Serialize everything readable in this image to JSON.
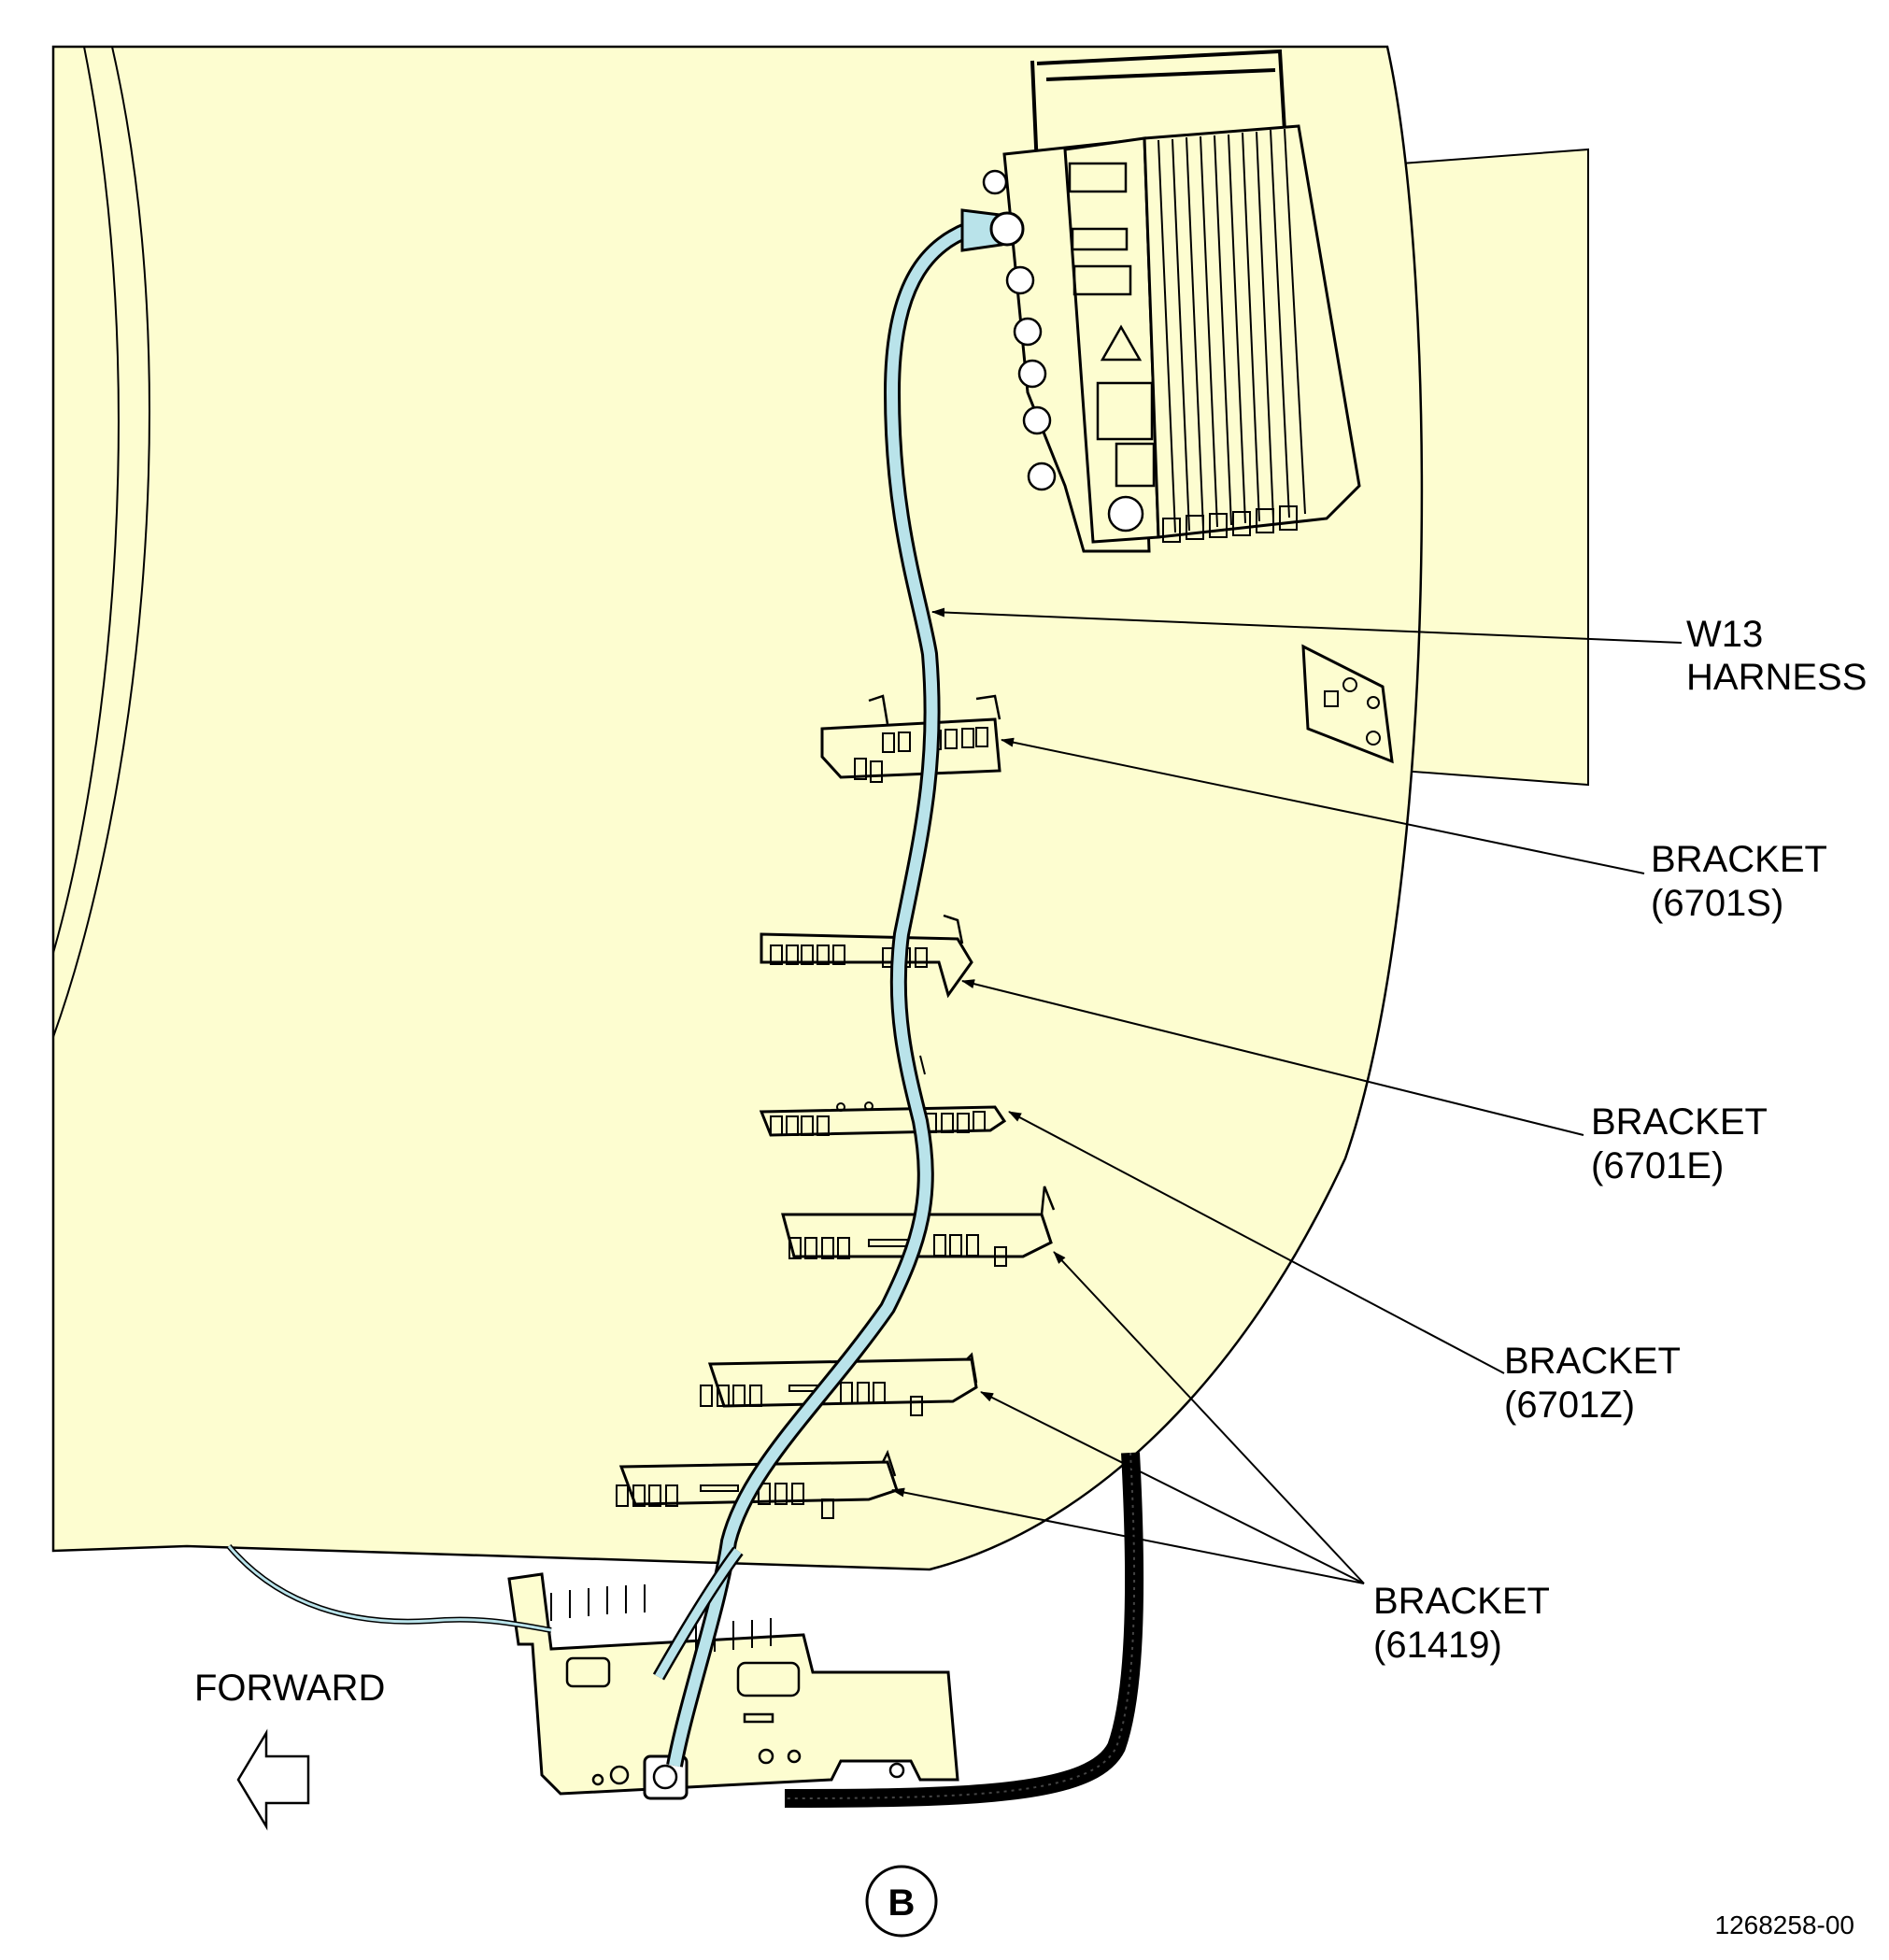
{
  "callouts": {
    "w13_harness": {
      "line1": "W13",
      "line2": "HARNESS"
    },
    "bracket_6701s": {
      "line1": "BRACKET",
      "line2": "(6701S)"
    },
    "bracket_6701e": {
      "line1": "BRACKET",
      "line2": "(6701E)"
    },
    "bracket_6701z": {
      "line1": "BRACKET",
      "line2": "(6701Z)"
    },
    "bracket_61419": {
      "line1": "BRACKET",
      "line2": "(61419)"
    }
  },
  "direction_label": "FORWARD",
  "view_letter": "B",
  "figure_number": "1268258-00",
  "colors": {
    "panel_fill": "#fdfdd0",
    "harness_fill": "#b9e3ea",
    "line": "#000000",
    "page": "#ffffff"
  }
}
